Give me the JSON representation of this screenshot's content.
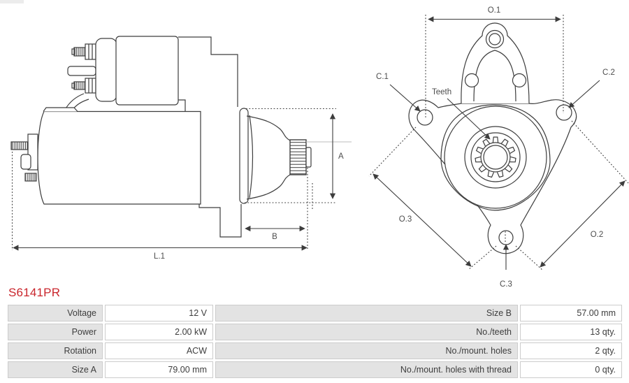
{
  "part_number": "S6141PR",
  "diagram_side": {
    "dim_a": "A",
    "dim_b": "B",
    "dim_l1": "L.1"
  },
  "diagram_front": {
    "o1": "O.1",
    "o2": "O.2",
    "o3": "O.3",
    "c1": "C.1",
    "c2": "C.2",
    "c3": "C.3",
    "teeth_label": "Teeth"
  },
  "specs": {
    "rows": [
      {
        "label": "Voltage",
        "value": "12 V",
        "label2": "Size B",
        "value2": "57.00 mm"
      },
      {
        "label": "Power",
        "value": "2.00 kW",
        "label2": "No./teeth",
        "value2": "13 qty."
      },
      {
        "label": "Rotation",
        "value": "ACW",
        "label2": "No./mount. holes",
        "value2": "2 qty."
      },
      {
        "label": "Size A",
        "value": "79.00 mm",
        "label2": "No./mount. holes with thread",
        "value2": "0 qty."
      }
    ]
  },
  "colors": {
    "accent_red": "#c9252c",
    "drawing_line": "#3d3d3d",
    "label_text": "#4d4d4d",
    "table_label_bg": "#e3e3e3",
    "table_border": "#cccccc",
    "faint_centerline": "#bdbdbd"
  }
}
